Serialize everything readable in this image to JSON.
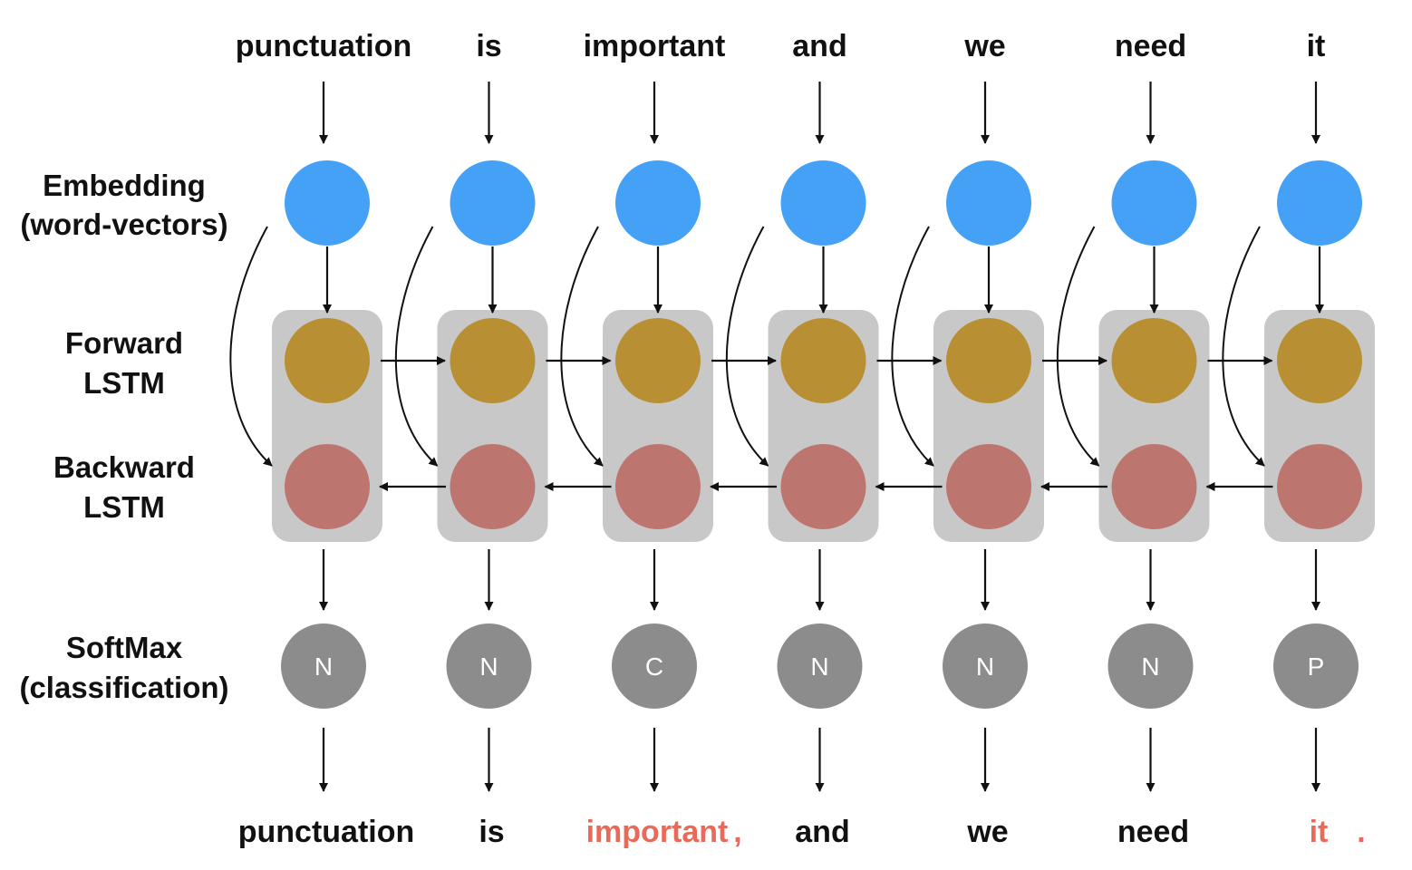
{
  "row_labels": {
    "embedding": [
      "Embedding",
      "(word-vectors)"
    ],
    "forward": [
      "Forward",
      "LSTM"
    ],
    "backward": [
      "Backward",
      "LSTM"
    ],
    "softmax": [
      "SoftMax",
      "(classification)"
    ]
  },
  "input_words": [
    "punctuation",
    "is",
    "important",
    "and",
    "we",
    "need",
    "it"
  ],
  "classes": [
    "N",
    "N",
    "C",
    "N",
    "N",
    "N",
    "P"
  ],
  "output_words": [
    {
      "word": "punctuation",
      "punct": "",
      "highlight": false
    },
    {
      "word": "is",
      "punct": "",
      "highlight": false
    },
    {
      "word": "important",
      "punct": ",",
      "highlight": true
    },
    {
      "word": "and",
      "punct": "",
      "highlight": false
    },
    {
      "word": "we",
      "punct": "",
      "highlight": false
    },
    {
      "word": "need",
      "punct": "",
      "highlight": false
    },
    {
      "word": "it",
      "punct": ".",
      "highlight": true
    }
  ],
  "colors": {
    "embedding": "#45a1f6",
    "forward": "#b88f32",
    "backward": "#bd766f",
    "softmax": "#8c8c8c",
    "cell_bg": "#c8c8c8",
    "arrow": "#111111",
    "highlight": "#ea6a5a"
  }
}
